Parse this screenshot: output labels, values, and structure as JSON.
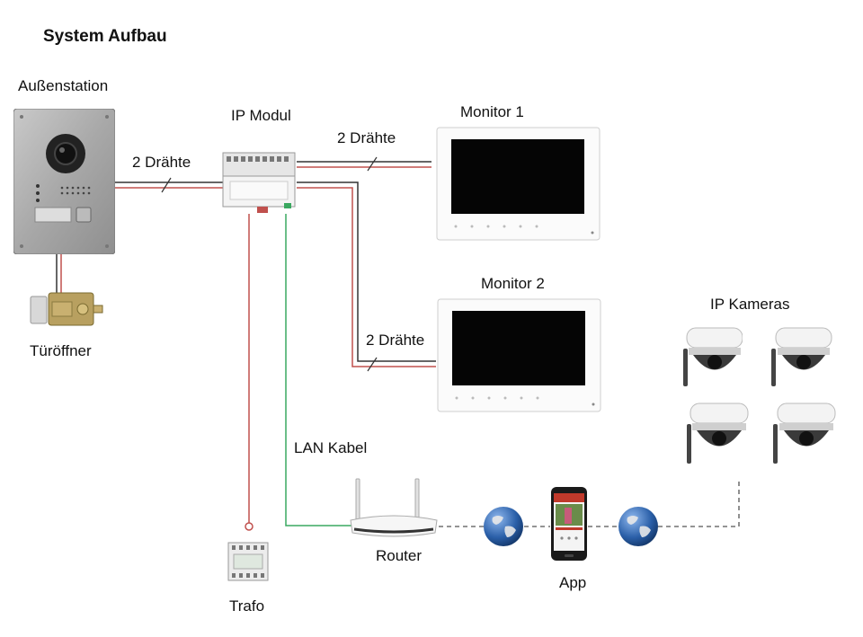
{
  "title": "System Aufbau",
  "labels": {
    "door_station": "Außenstation",
    "door_opener": "Türöffner",
    "ip_module": "IP Modul",
    "monitor1": "Monitor 1",
    "monitor2": "Monitor 2",
    "ip_cameras": "IP Kameras",
    "transformer": "Trafo",
    "router": "Router",
    "app": "App",
    "lan_cable": "LAN Kabel",
    "wires_station": "2 Drähte",
    "wires_monitor1": "2 Drähte",
    "wires_monitor2": "2 Drähte"
  },
  "colors": {
    "wire_dark": "#333333",
    "wire_red": "#c0504d",
    "wire_green": "#3aa860",
    "globe_blue": "#2a5fa8"
  },
  "icons": [
    "door-station-icon",
    "door-opener-icon",
    "ip-module-icon",
    "monitor-icon",
    "ip-camera-icon",
    "transformer-icon",
    "router-icon",
    "globe-icon",
    "smartphone-icon"
  ]
}
